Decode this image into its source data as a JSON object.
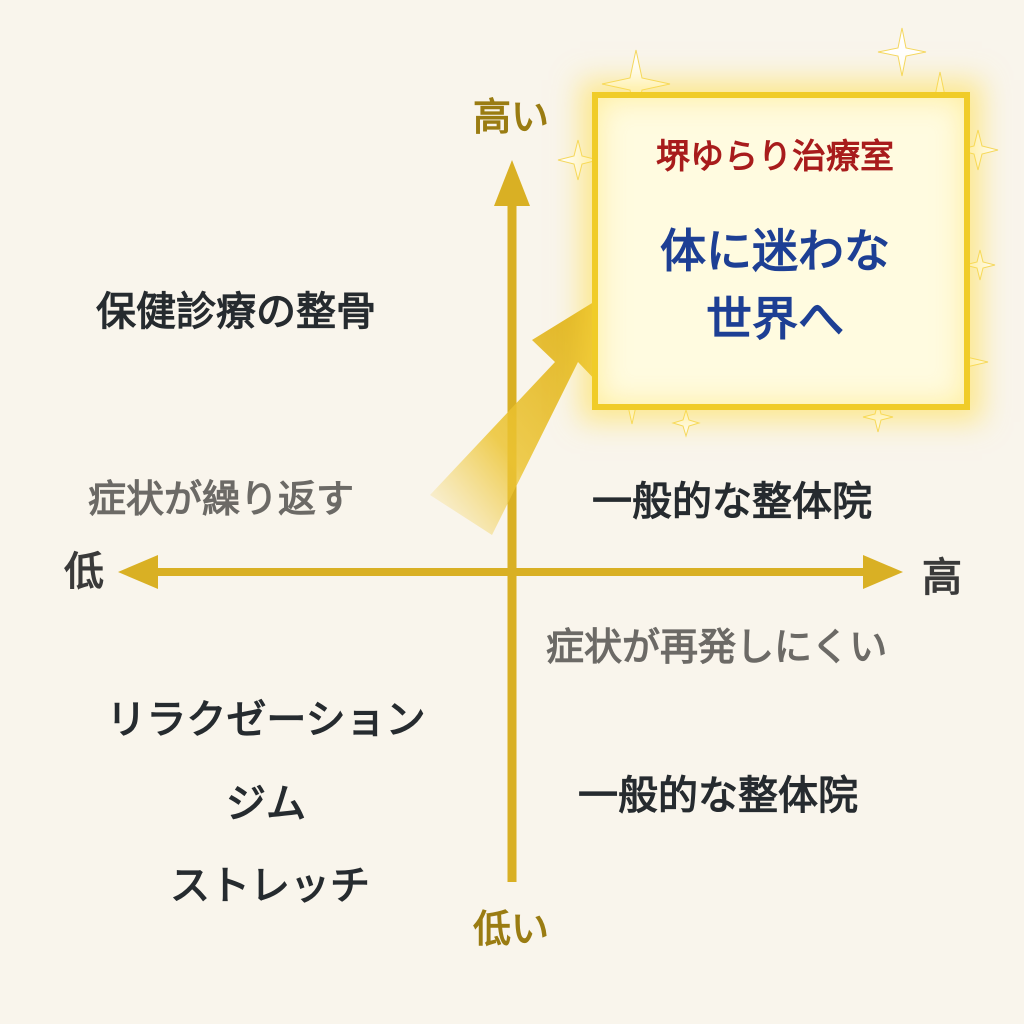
{
  "y_axis": {
    "top": "高い",
    "bottom": "低い"
  },
  "x_axis": {
    "left": "低",
    "right": "高"
  },
  "highlight": {
    "brand": "堺ゆらり治療室",
    "headline_line1": "体に迷わな",
    "headline_line2": "世界へ"
  },
  "quadrants": {
    "top_left": {
      "item": "保健診療の整骨",
      "note": "症状が繰り返す"
    },
    "top_right": {
      "item": "一般的な整体院"
    },
    "bottom_right": {
      "note": "症状が再発しにくい",
      "item": "一般的な整体院"
    },
    "bottom_left": {
      "items": [
        "リラクゼーション",
        "ジム",
        "ストレッチ"
      ]
    }
  },
  "colors": {
    "axis_gold": "#d9b024",
    "brand_red": "#a81c1c",
    "headline_blue": "#1d3f94",
    "background": "#f9f5ec"
  }
}
